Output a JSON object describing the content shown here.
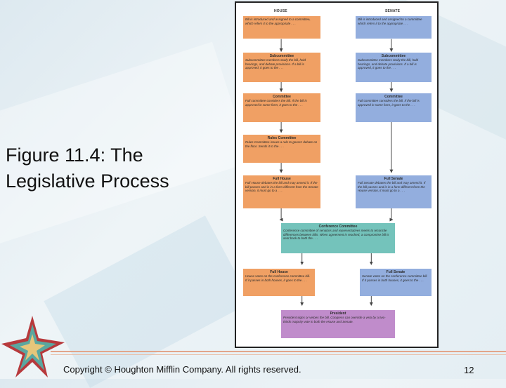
{
  "slide": {
    "title": "Figure 11.4: The Legislative Process",
    "copyright": "Copyright © Houghton Mifflin Company. All rights reserved.",
    "page_number": "12"
  },
  "diagram": {
    "house_header": "HOUSE",
    "senate_header": "SENATE",
    "house_intro": {
      "text": "Bill is introduced and assigned to a committee, which refers it to the appropriate . . ."
    },
    "senate_intro": {
      "text": "Bill is introduced and assigned to a committee which refers it to the appropriate . . ."
    },
    "house_subcommittee": {
      "title": "Subcommittee",
      "text": "Subcommittee members study the bill, hold hearings, and debate provisions. If a bill is approved, it goes to the . . ."
    },
    "senate_subcommittee": {
      "title": "Subcommittee",
      "text": "Subcommittee members study the bill, hold hearings, and debate provisions. If a bill is approved, it goes to the . . ."
    },
    "house_committee": {
      "title": "Committee",
      "text": "Full committee considers the bill. If the bill is approved in some form, it goes to the . . ."
    },
    "senate_committee": {
      "title": "Committee",
      "text": "Full committee considers the bill. If the bill is approved in some form, it goes to the . . ."
    },
    "rules_committee": {
      "title": "Rules Committee",
      "text": "Rules Committee issues a rule to govern debate on the floor. Sends it to the . . ."
    },
    "house_full": {
      "title": "Full House",
      "text": "Full House debates the bill and may amend it. If the bill passes and is in a form different from the Senate version, it must go to a . . ."
    },
    "senate_full": {
      "title": "Full Senate",
      "text": "Full Senate debates the bill and may amend it. If the bill passes and is in a form different from the House version, it must go to a . . ."
    },
    "conference": {
      "title": "Conference Committee",
      "text": "Conference committee of senators and representatives meets to reconcile differences between bills. When agreement is reached, a compromise bill is sent back to both the . . ."
    },
    "house_vote": {
      "title": "Full House",
      "text": "House votes on the conference committee bill. If it passes in both houses, it goes to the . . ."
    },
    "senate_vote": {
      "title": "Full Senate",
      "text": "Senate votes on the conference committee bill. If it passes in both houses, it goes to the . . ."
    },
    "president": {
      "title": "President",
      "text": "President signs or vetoes the bill. Congress can override a veto by a two-thirds majority vote in both the House and Senate."
    },
    "colors": {
      "house": "#f0a064",
      "senate": "#93aede",
      "conference": "#74c3bb",
      "president": "#c08ccb"
    }
  }
}
